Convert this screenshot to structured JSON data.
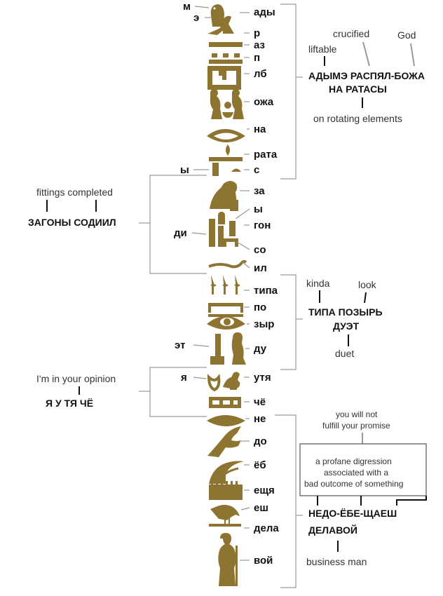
{
  "hieroglyph_column": {
    "syllables": [
      "м",
      "э",
      "ады",
      "р",
      "аз",
      "п",
      "лб",
      "ожа",
      "на",
      "рата",
      "ы",
      "с",
      "за",
      "ы",
      "гон",
      "ди",
      "со",
      "ил",
      "типа",
      "по",
      "зыр",
      "эт",
      "ду",
      "я",
      "утя",
      "чё",
      "не",
      "до",
      "ёб",
      "ещя",
      "еш",
      "дела",
      "вой"
    ],
    "glyph_names": [
      "owl-hieroglyph",
      "vulture-hieroglyph",
      "door-bolt-hieroglyph",
      "courtyard-hieroglyph",
      "man-hieroglyph",
      "eye-hieroglyph",
      "reed-leaf-hieroglyph",
      "bread-loaf-hieroglyph",
      "sitting-man-hieroglyph",
      "cobra-hieroglyph",
      "reeds-hieroglyph",
      "mouth-hieroglyph",
      "seated-woman-hieroglyph",
      "rope-loop-hieroglyph",
      "duck-hieroglyph",
      "flying-bird-hieroglyph",
      "sickle-hieroglyph",
      "comb-hieroglyph",
      "ibis-hieroglyph",
      "standing-man-hieroglyph"
    ]
  },
  "groups": [
    {
      "id": "g1",
      "phrase_line1": "АДЫМЭ РАСПЯЛ-БОЖА",
      "phrase_line2": "НА РАТАСЫ",
      "glosses": [
        "liftable",
        "crucified",
        "God",
        "on rotating elements"
      ]
    },
    {
      "id": "g2",
      "phrase_line1": "ЗАГОНЫ СОДИИЛ",
      "glosses": [
        "fittings completed"
      ]
    },
    {
      "id": "g3",
      "phrase_line1": "ТИПА ПОЗЫРЬ",
      "phrase_line2": "ДУЭТ",
      "glosses": [
        "kinda",
        "look",
        "duet"
      ]
    },
    {
      "id": "g4",
      "phrase_line1": "Я У ТЯ ЧЁ",
      "glosses": [
        "I'm in your opinion"
      ]
    },
    {
      "id": "g5",
      "phrase_line1": "НЕДО-ЁБЕ-ЩАЕШ",
      "phrase_line2": "ДЕЛАВОЙ",
      "glosses": [
        "you will not",
        "fulfill your promise",
        "a profane digression",
        "associated with a",
        "bad outcome of something",
        "business man"
      ]
    }
  ]
}
